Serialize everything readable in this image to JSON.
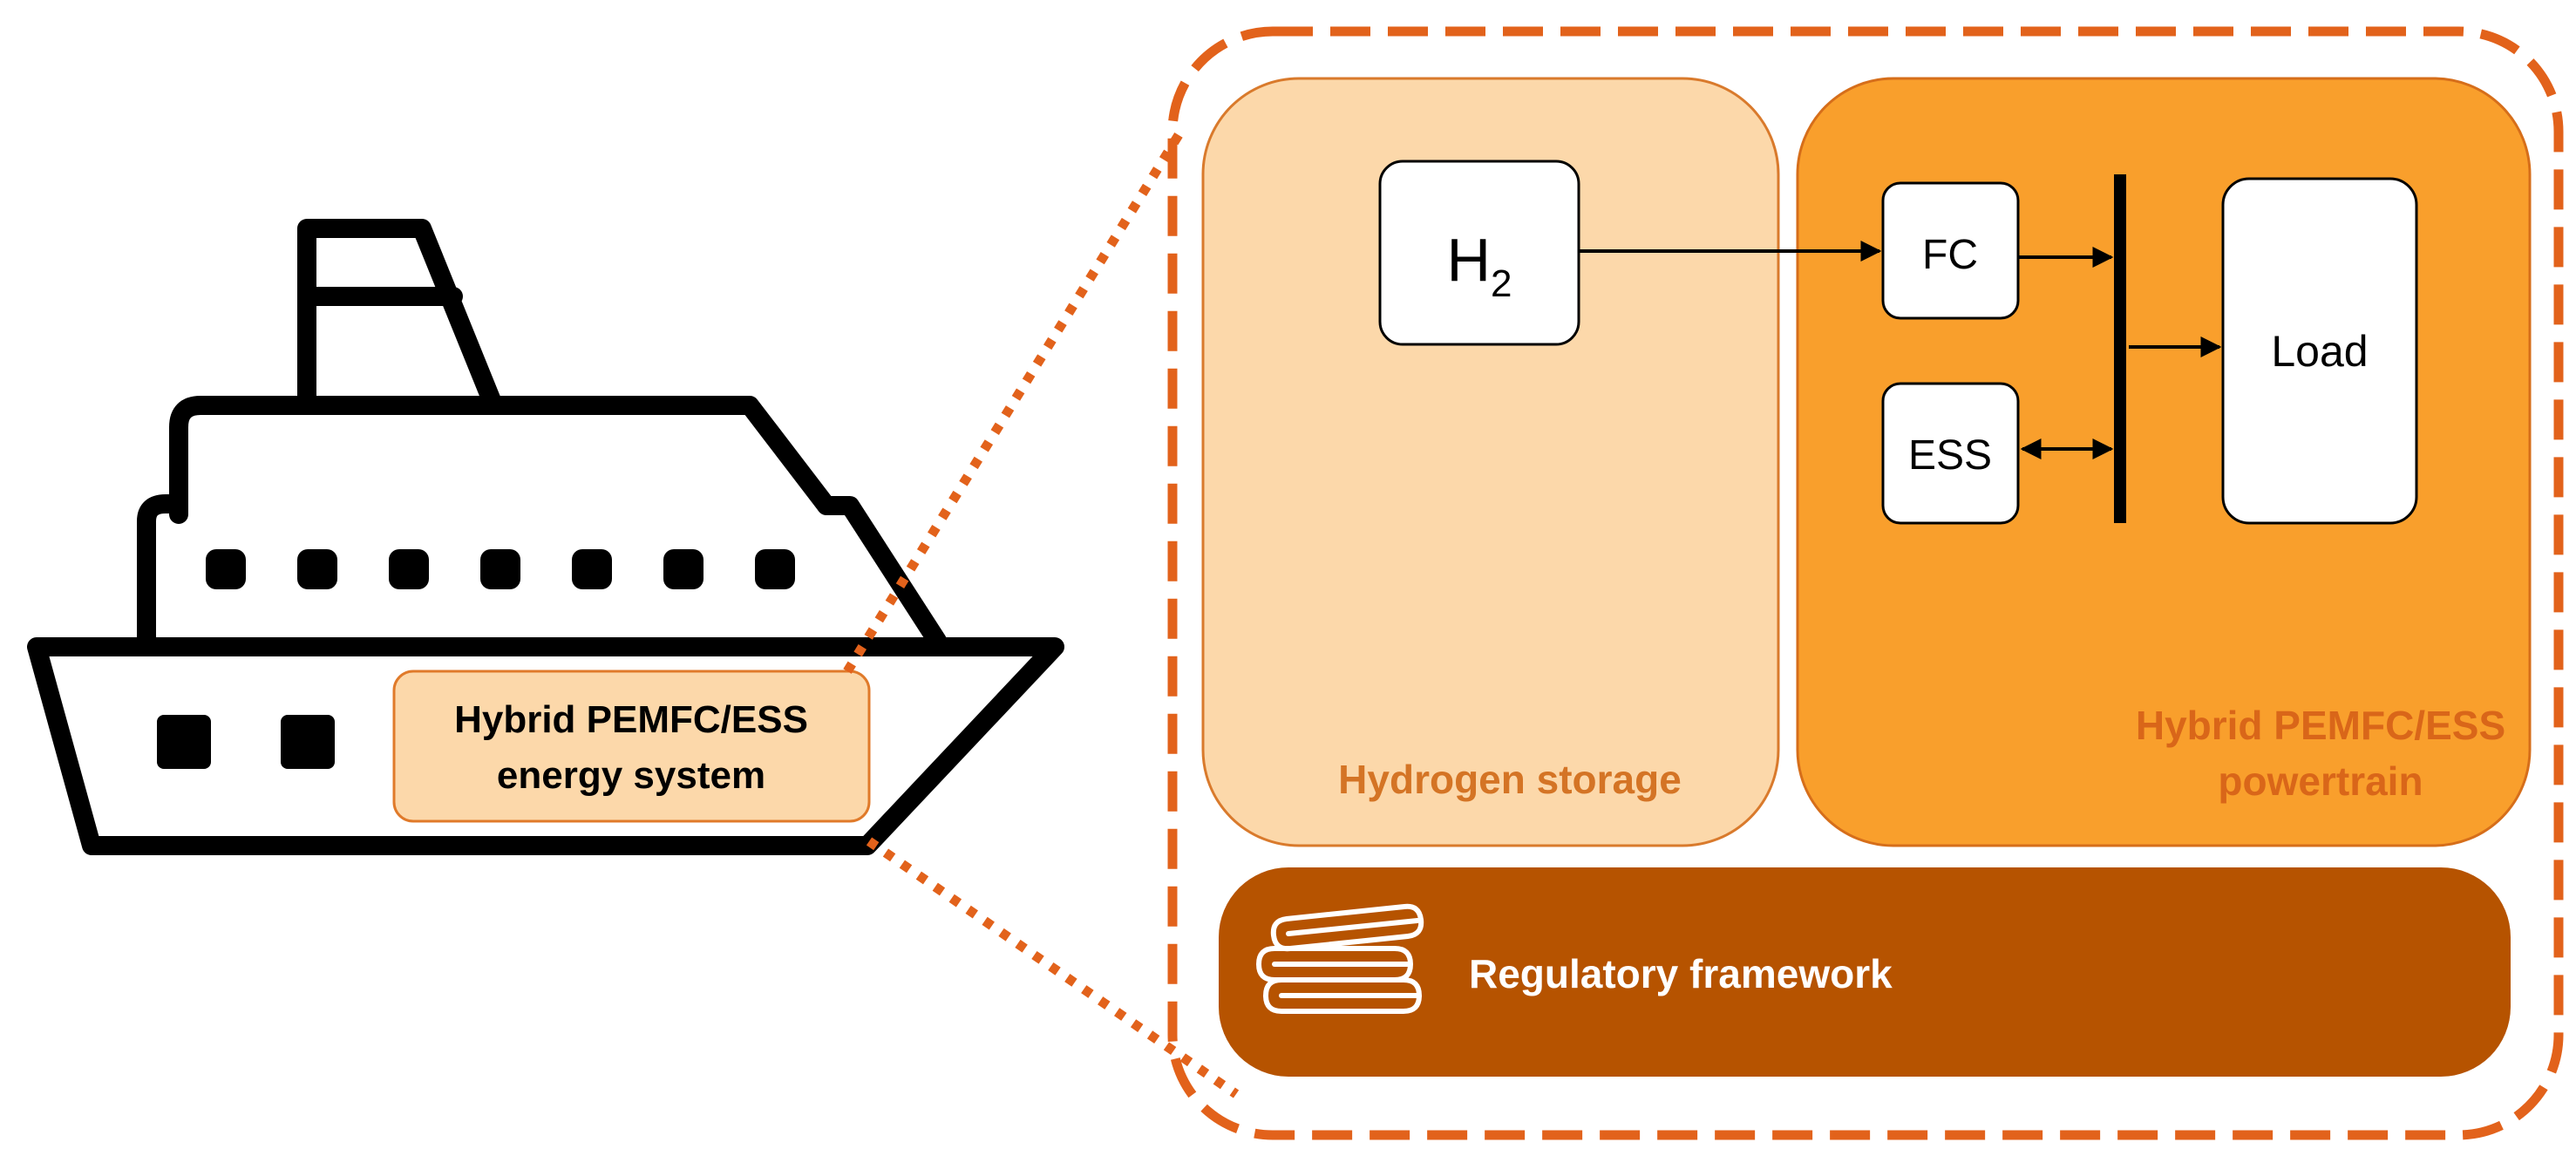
{
  "colors": {
    "ship_outline": "#000000",
    "orange_dashed": "#e2621b",
    "hydrogen_fill": "#fcd8aa",
    "hydrogen_stroke": "#d97a2c",
    "powertrain_fill": "#f99f2c",
    "powertrain_stroke": "#d66e1a",
    "regulatory_fill": "#b65300",
    "label_orange": "#d47425",
    "label_powertrain": "#d96619",
    "label_white": "#ffffff",
    "ship_label_fill": "#fcd8aa",
    "ship_label_stroke": "#e07a2a"
  },
  "ship": {
    "label_line1": "Hybrid PEMFC/ESS",
    "label_line2": "energy system"
  },
  "hydrogen_storage": {
    "label": "Hydrogen storage",
    "tank_symbol": "H",
    "tank_subscript": "2"
  },
  "powertrain": {
    "label_line1": "Hybrid PEMFC/ESS",
    "label_line2": "powertrain",
    "fc_label": "FC",
    "ess_label": "ESS",
    "load_label": "Load"
  },
  "regulatory": {
    "label": "Regulatory framework",
    "icon": "books-icon"
  }
}
